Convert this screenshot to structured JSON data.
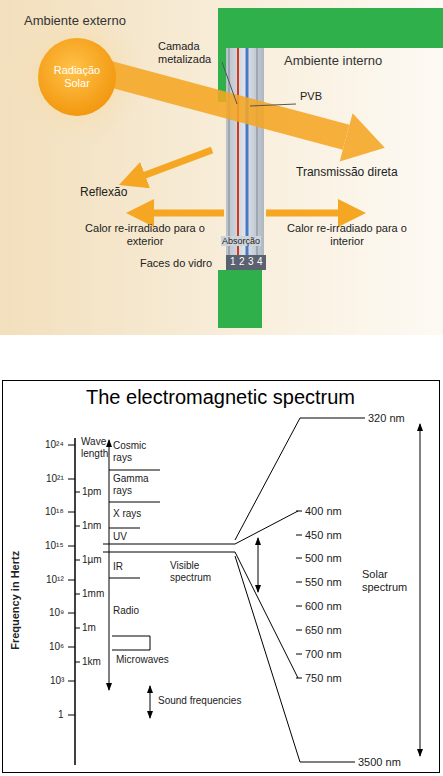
{
  "diagram": {
    "title": "The electromagnetic spectrum",
    "nodes": [
      {
        "text": [
          "Radiação Solar"
        ]
      }
    ],
    "labels": [
      "Ambiente externo",
      "Camada metalizada",
      "Ambiente interno",
      "PVB",
      "Transmissão direta",
      "Reflexão",
      "Calor re-irradiado para o exterior",
      "Absorção",
      "Calor re-irradiado para o interior",
      "Faces do vidro",
      "1",
      "2",
      "3",
      "4",
      "Wave length",
      "Cosmic rays",
      "Gamma rays",
      "X rays",
      "UV",
      "IR",
      "Radio",
      "Microwaves",
      "Sound frequencies",
      "10²⁴",
      "10²¹",
      "10¹⁸",
      "10¹⁵",
      "10¹²",
      "10⁹",
      "10⁶",
      "10³",
      "1",
      "1pm",
      "1nm",
      "1µm",
      "1mm",
      "1m",
      "1km",
      "Frequency in Hertz",
      "Visible spectrum",
      "Solar spectrum",
      "320 nm",
      "400 nm",
      "450 nm",
      "500 nm",
      "550 nm",
      "600 nm",
      "650 nm",
      "700 nm",
      "750 nm",
      "3500 nm"
    ]
  }
}
